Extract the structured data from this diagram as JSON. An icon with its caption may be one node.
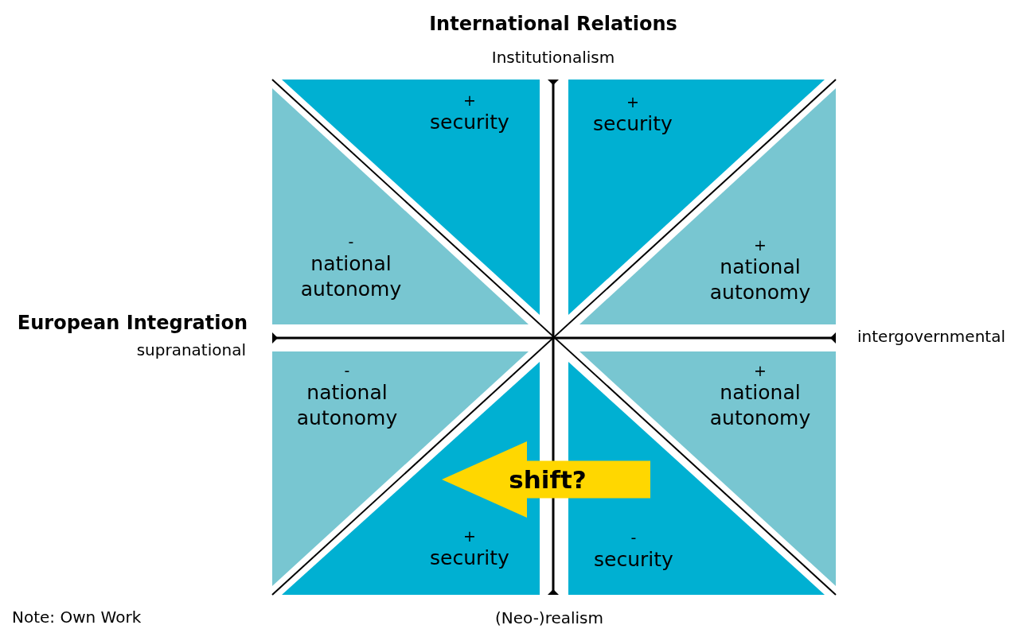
{
  "diagram": {
    "nodes": [
      {
        "text": [
          "+",
          "security"
        ]
      },
      {
        "text": [
          "+",
          "security"
        ]
      },
      {
        "text": [
          "-",
          "national autonomy"
        ]
      },
      {
        "text": [
          "+",
          "national autonomy"
        ]
      },
      {
        "text": [
          "-",
          "national autonomy"
        ]
      },
      {
        "text": [
          "+",
          "national autonomy"
        ]
      },
      {
        "text": [
          "+",
          "security"
        ]
      },
      {
        "text": [
          "-",
          "security"
        ]
      }
    ],
    "edges": [
      {
        "from": 7,
        "to": 6,
        "arrow": "to",
        "label": "shift?"
      }
    ],
    "labels": [
      "International Relations",
      "Institutionalism",
      "European Integration",
      "supranational",
      "intergovernmental",
      "(Neo-)realism",
      "Note: Own Work"
    ]
  }
}
